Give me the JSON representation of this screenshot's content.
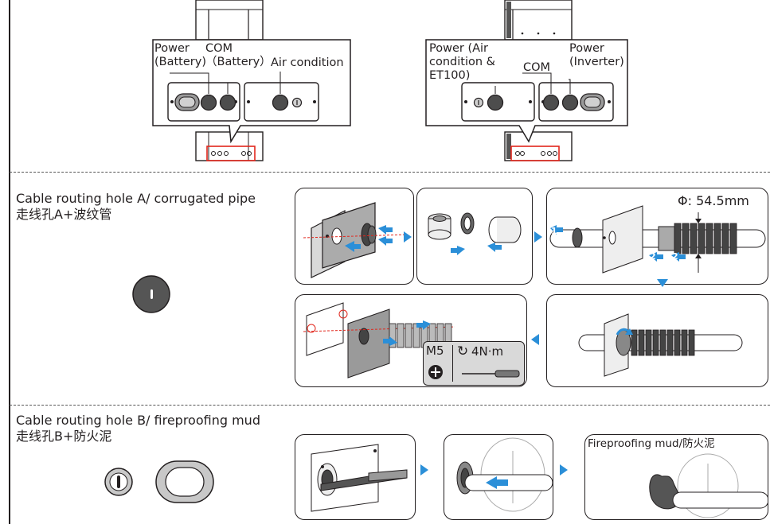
{
  "top": {
    "left_box": {
      "label_power": "Power\n(Battery)",
      "label_com": "COM\n（Battery）",
      "label_air": "Air condition"
    },
    "right_box": {
      "label_power_air": "Power (Air\ncondition &\nET100)",
      "label_com": "COM",
      "label_power_inv": "Power\n(Inverter)"
    }
  },
  "section_a": {
    "title_en": "Cable routing hole A/ corrugated pipe",
    "title_zh": "走线孔A+波纹管",
    "diameter": "Φ: 54.5mm",
    "step1": "1",
    "step2": "2",
    "spec_screw": "M5",
    "spec_torque": "4N·m"
  },
  "section_b": {
    "title_en": "Cable routing hole B/ fireproofing mud",
    "title_zh": "走线孔B+防火泥",
    "mud_label": "Fireproofing mud/防火泥"
  },
  "colors": {
    "accent": "#2b8fd8",
    "red": "#e1261c",
    "ink": "#231f20",
    "grey": "#bfbfbf"
  }
}
